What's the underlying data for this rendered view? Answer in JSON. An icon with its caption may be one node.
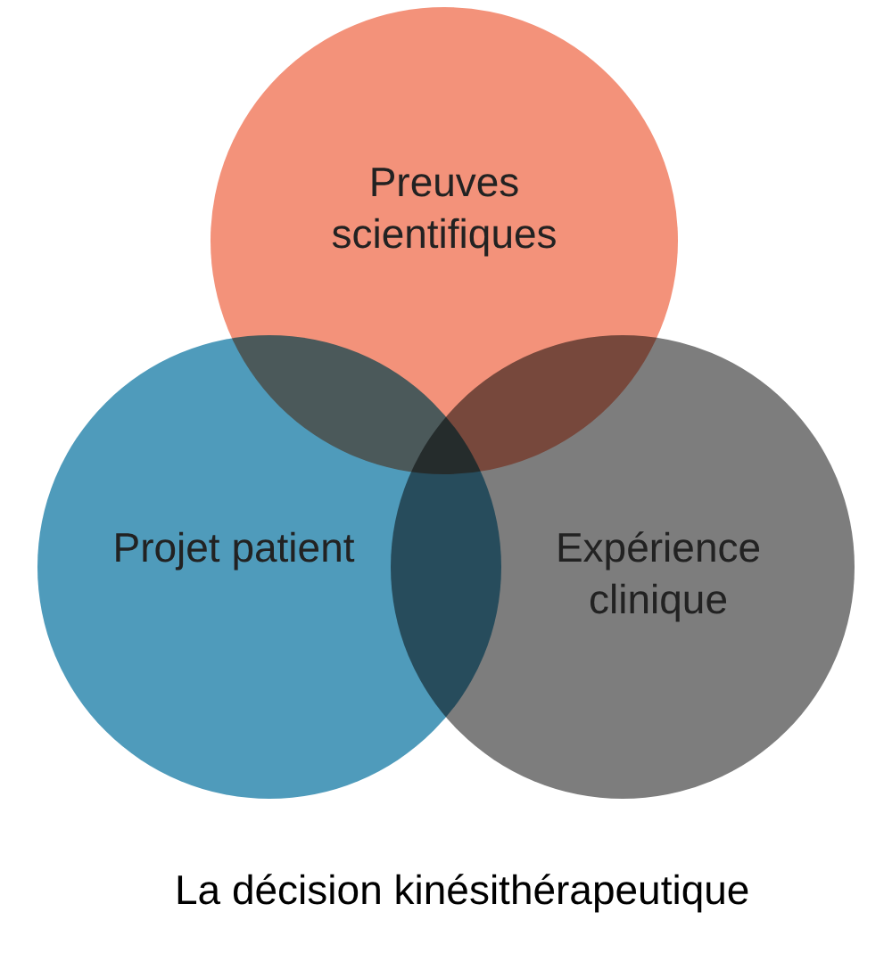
{
  "diagram": {
    "caption": "La décision kinésithérapeutique",
    "nodes": [
      {
        "text": [
          "Preuves scientifiques"
        ]
      },
      {
        "text": [
          "Projet patient"
        ]
      },
      {
        "text": [
          "Expérience clinique"
        ]
      }
    ],
    "edges": []
  }
}
